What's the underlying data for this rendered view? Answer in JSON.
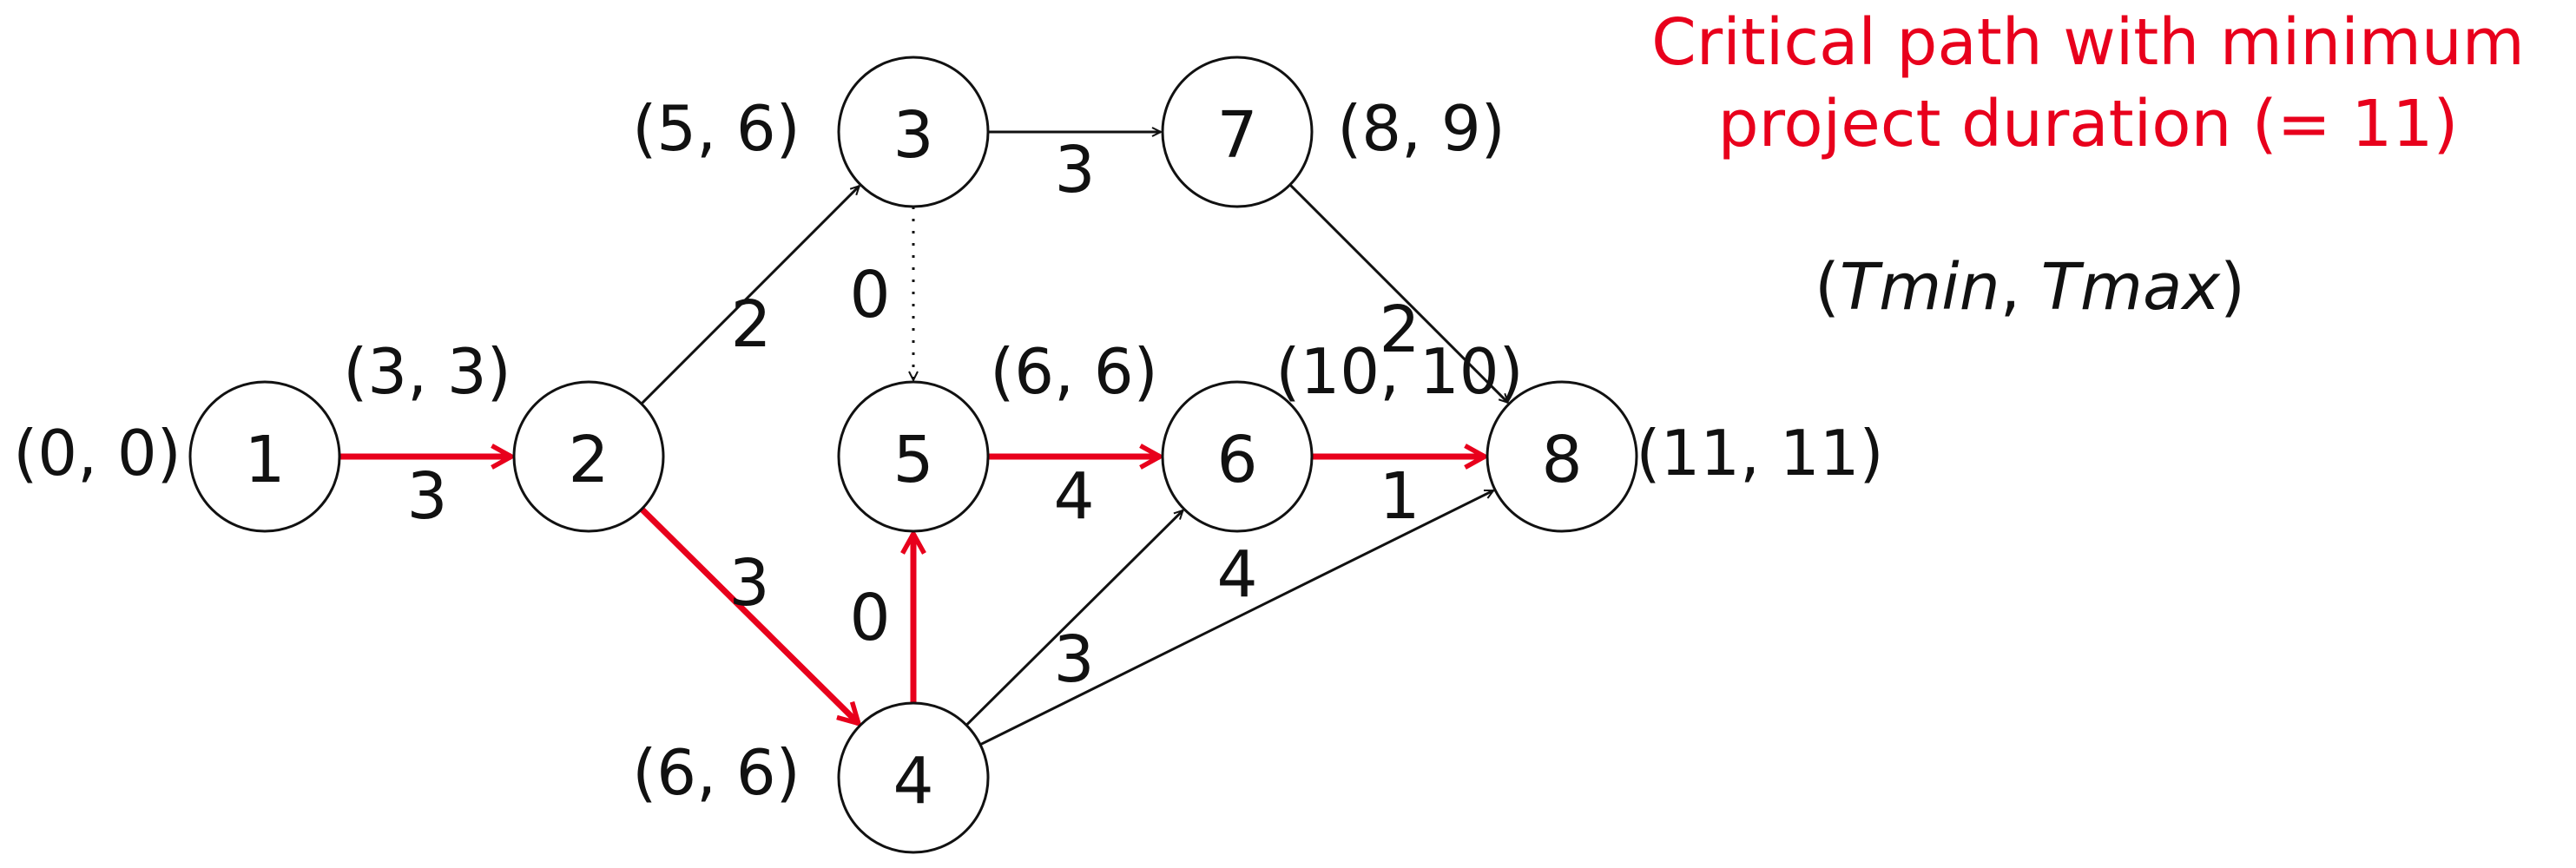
{
  "title": {
    "line1": "Critical path with minimum",
    "line2": "project duration (= 11)"
  },
  "legend": {
    "open": "(",
    "tmin": "Tmin",
    "sep": ", ",
    "tmax": "Tmax",
    "close": ")"
  },
  "colors": {
    "critical": "#e8001c",
    "normal": "#111111"
  },
  "nodes": [
    {
      "id": "1",
      "label": "1",
      "times": "(0, 0)"
    },
    {
      "id": "2",
      "label": "2",
      "times": "(3, 3)"
    },
    {
      "id": "3",
      "label": "3",
      "times": "(5, 6)"
    },
    {
      "id": "4",
      "label": "4",
      "times": "(6, 6)"
    },
    {
      "id": "5",
      "label": "5",
      "times": "(6, 6)"
    },
    {
      "id": "6",
      "label": "6",
      "times": "(10, 10)"
    },
    {
      "id": "7",
      "label": "7",
      "times": "(8, 9)"
    },
    {
      "id": "8",
      "label": "8",
      "times": "(11, 11)"
    }
  ],
  "edges": [
    {
      "from": "1",
      "to": "2",
      "weight": "3",
      "critical": true,
      "dummy": false
    },
    {
      "from": "2",
      "to": "3",
      "weight": "2",
      "critical": false,
      "dummy": false
    },
    {
      "from": "2",
      "to": "4",
      "weight": "3",
      "critical": true,
      "dummy": false
    },
    {
      "from": "3",
      "to": "7",
      "weight": "3",
      "critical": false,
      "dummy": false
    },
    {
      "from": "3",
      "to": "5",
      "weight": "0",
      "critical": false,
      "dummy": true
    },
    {
      "from": "4",
      "to": "5",
      "weight": "0",
      "critical": true,
      "dummy": false
    },
    {
      "from": "4",
      "to": "6",
      "weight": "3",
      "critical": false,
      "dummy": false
    },
    {
      "from": "4",
      "to": "8",
      "weight": "4",
      "critical": false,
      "dummy": false
    },
    {
      "from": "5",
      "to": "6",
      "weight": "4",
      "critical": true,
      "dummy": false
    },
    {
      "from": "6",
      "to": "8",
      "weight": "1",
      "critical": true,
      "dummy": false
    },
    {
      "from": "7",
      "to": "8",
      "weight": "2",
      "critical": false,
      "dummy": false
    }
  ]
}
